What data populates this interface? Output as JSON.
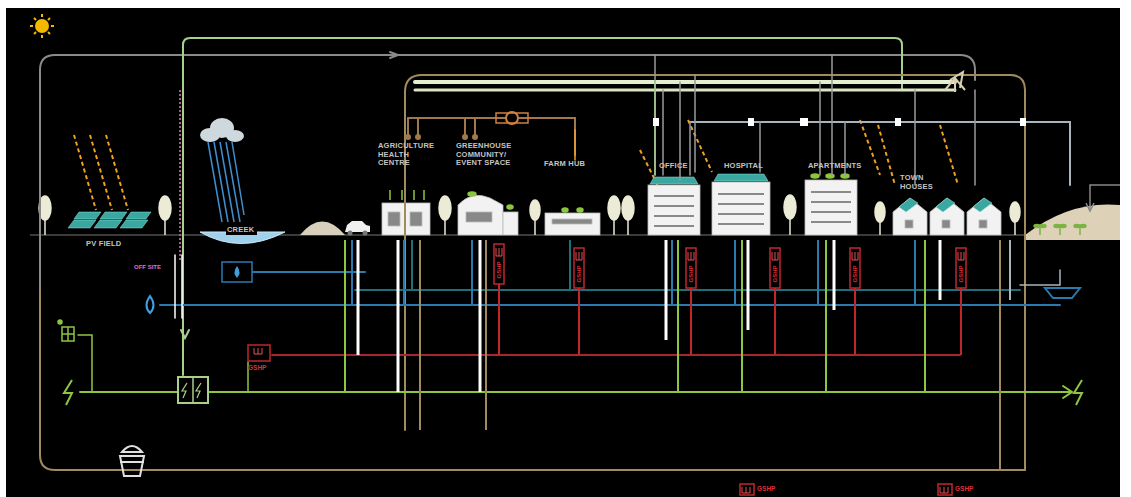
{
  "diagram": {
    "nodes": [
      {
        "text": [
          "PV FIELD"
        ]
      },
      {
        "text": [
          "CREEK"
        ]
      },
      {
        "text": [
          "AGRICULTURE HEALTH CENTRE"
        ]
      },
      {
        "text": [
          "GREENHOUSE",
          "COMMUNITY/ EVENT SPACE"
        ]
      },
      {
        "text": [
          "FARM HUB"
        ]
      },
      {
        "text": [
          "OFFICE"
        ]
      },
      {
        "text": [
          "HOSPITAL"
        ]
      },
      {
        "text": [
          "APARTMENTS"
        ]
      },
      {
        "text": [
          "TOWN HOUSES"
        ]
      }
    ],
    "labels": [
      "OFF SITE",
      "GSHP",
      "GSHP",
      "GSHP",
      "GSHP",
      "GSHP",
      "GSHP",
      "GSHP",
      "GSHP",
      "GSHP"
    ]
  }
}
